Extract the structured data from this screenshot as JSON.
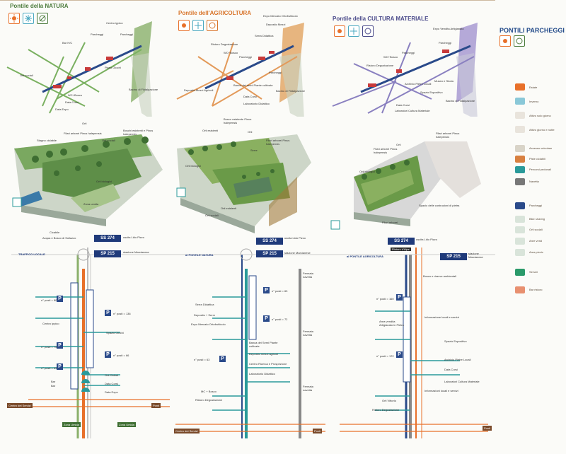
{
  "panels": [
    {
      "title": "Pontile della NATURA",
      "color": "#4a7a3a",
      "ribbon": "#8ab06a"
    },
    {
      "title": "Pontile dell'AGRICOLTURA",
      "color": "#d8742a",
      "ribbon": "#e3a86a"
    },
    {
      "title": "Pontile della CULTURA MATERIALE",
      "color": "#4a4a8a",
      "ribbon": "#a89ad2"
    }
  ],
  "legend": {
    "title": "PONTILI PARCHEGGI",
    "items": [
      {
        "label": "Estate",
        "color": "#e8702a"
      },
      {
        "label": "Inverno",
        "color": "#8ac8d8"
      },
      {
        "label": "Attivo solo giorno",
        "color": "#e9e4dc"
      },
      {
        "label": "Attivo giorno e notte",
        "color": "#e9e4dc"
      },
      {
        "label": "Accesso veicolare",
        "color": "#d9d4c8"
      },
      {
        "label": "Piste ciclabili",
        "color": "#d88040"
      },
      {
        "label": "Percorsi pedonali",
        "color": "#2a9a9a"
      },
      {
        "label": "Navetta",
        "color": "#777777"
      },
      {
        "label": "Parcheggi",
        "color": "#2a4a8a"
      },
      {
        "label": "Bike sharing",
        "color": "#d9e4da"
      },
      {
        "label": "Orti sociali",
        "color": "#d9e4da"
      },
      {
        "label": "Aree verdi",
        "color": "#d9e4da"
      },
      {
        "label": "Area picnic",
        "color": "#d9e4da"
      },
      {
        "label": "Servizi",
        "color": "#2a9a6a"
      },
      {
        "label": "Bar ristoro",
        "color": "#e89070"
      }
    ]
  },
  "axis1": {
    "road_a": "SS 274",
    "road_a_side": "uscita Lido Pizzo",
    "road_b": "SP 215",
    "road_b_side": "stazione Marcianese",
    "left_label": "TRAFFICO LOCALE",
    "labels": [
      "n° posti = 80",
      "n° posti = 136",
      "Centro ippico",
      "Spazio Giochi",
      "n° posti = 75",
      "n° posti = 66",
      "n° posti = 63",
      "Orti Ciclisti",
      "Data Corsi",
      "Bar",
      "Bar",
      "Data Expo",
      "Zona Umida",
      "Zona Umida",
      "Centro dei Servizi",
      "Ponti"
    ],
    "top_tags": [
      "Cicabile",
      "Acqua e Bosco di Sollazzo"
    ]
  },
  "axis2": {
    "road_a": "SS 274",
    "road_a_side": "uscita Lido Pizzo",
    "road_b": "SP 215",
    "road_b_side": "stazione Marcianese",
    "left_label": "al PONTILE NATURA",
    "labels": [
      "n° posti = 63",
      "n° posti = 72",
      "n° posti = 63",
      "Serra Didattica",
      "Deposito + Serre",
      "Expo Mercato Ortofrutticolo",
      "Banca dei Semi Piante coltivate",
      "Deposito mezzi agricoli",
      "Centro Ricerca e Prospezione",
      "Laboratorio Didattico",
      "MC + Bosco",
      "Ristoro Degustazione",
      "Centro dei Servizi",
      "Ponti"
    ],
    "shuttle": [
      "Fermata navetta",
      "Fermata navetta",
      "Fermata navetta"
    ]
  },
  "axis3": {
    "road_a": "SS 274",
    "road_a_side": "uscita Lido Pizzo",
    "road_b": "SP 215",
    "road_b_side": "stazione Marcianese",
    "left_label": "al PONTILE AGRICOLTURA",
    "labels": [
      "n° posti = 160",
      "n° posti = 172",
      "Area vendita Artigianato in Pietra",
      "Spazio Espositivo",
      "Archivio Pietre Locali",
      "Data Corsi",
      "Laboratori Cultura Materiale",
      "Bosco e riserve ambientali",
      "Informazione locali e servizi",
      "Informazioni locali e servizi",
      "Orti Vittorio",
      "Ristoro Degustazione",
      "Ponti"
    ],
    "extra": [
      "Ristoro d'Alpe"
    ]
  },
  "map_labels_1": [
    "Bar H/C",
    "Parcheggi",
    "Centro ippico",
    "Parcheggi",
    "Orti sociali",
    "Piano Giochi",
    "WC+Bosco",
    "Data Corsi",
    "Data Expo",
    "Bacino di Fildalpazione"
  ],
  "map_labels_2": [
    "Ristoro Degustazione",
    "WC+Bosco",
    "Parcheggi",
    "Deposito Mezzi",
    "Serra Didattica",
    "Banca dei semi Piante coltivate",
    "Data Corsi",
    "Laboratorio Didattico",
    "Deposito Mezzi Agricoli",
    "Parcheggi",
    "Bacino di Fildalpazione",
    "Expo Mercato Ortofrutticolo"
  ],
  "map_labels_3": [
    "Ristoro Degustazione",
    "WC+Bosco",
    "Parcheggi",
    "Expo Vendita Artigianato",
    "Parcheggi",
    "Archivio Pietre Locali",
    "Spazio Espositivo",
    "Laboratori Cultura Materiale",
    "Data Corsi",
    "Museo e Storia",
    "Bacino di Fildalpazione"
  ],
  "aerial_labels_1": [
    "Orti",
    "Boschi esistenti e Pinus halepensis",
    "Filari arborei Pinus halepensis",
    "Orti sociali",
    "Stagno ciclabile",
    "Zona umida",
    "Orti biologici"
  ],
  "aerial_labels_2": [
    "Orti esistenti",
    "Bosco esistente Pinus halepensis",
    "Orti",
    "Filari arborei Pinus halepensis",
    "Serre",
    "Orti biologici",
    "Orti esistenti",
    "Orti sociali"
  ],
  "aerial_labels_3": [
    "Filari arborei Pinus halepensis",
    "Orti",
    "Orti biologici",
    "Filari arborei Pinus halepensis",
    "Filari arborei",
    "Spazio delle costruzioni di pietra"
  ],
  "icon_names": [
    "sun-icon",
    "snowflake-icon",
    "no-night-icon",
    "car-icon",
    "parking-icon",
    "bike-icon",
    "pedestrian-icon",
    "bus-icon",
    "tree-icon",
    "wave-icon"
  ]
}
